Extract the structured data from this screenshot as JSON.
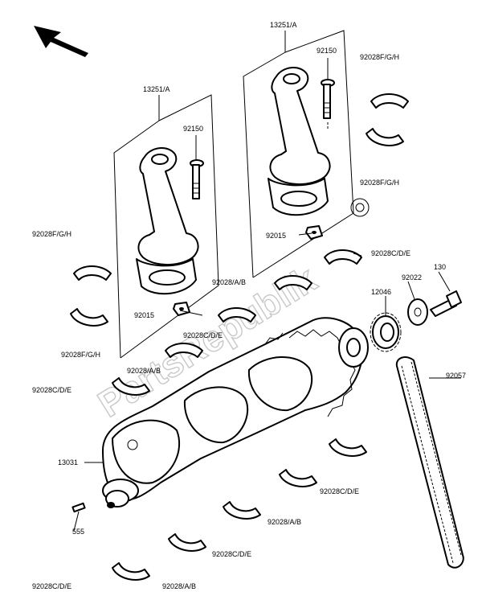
{
  "watermark": "PartsRepublik",
  "labels": {
    "conrod_left": "13251/A",
    "conrod_right": "13251/A",
    "bolt_left": "92150",
    "bolt_right": "92150",
    "nut_left": "92015",
    "nut_right": "92015",
    "bearing_fgh_1": "92028F/G/H",
    "bearing_fgh_2": "92028F/G/H",
    "bearing_fgh_3": "92028F/G/H",
    "bearing_fgh_4": "92028F/G/H",
    "bearing_cde_1": "92028C/D/E",
    "bearing_cde_2": "92028C/D/E",
    "bearing_cde_3": "92028C/D/E",
    "bearing_cde_4": "92028C/D/E",
    "bearing_cde_5": "92028C/D/E",
    "bearing_cde_6": "92028C/D/E",
    "bearing_ab_1": "92028/A/B",
    "bearing_ab_2": "92028/A/B",
    "bearing_ab_3": "92028/A/B",
    "bearing_ab_4": "92028/A/B",
    "sprocket": "12046",
    "washer": "92022",
    "bolt_130": "130",
    "chain": "92057",
    "crankshaft": "13031",
    "pin": "555"
  }
}
